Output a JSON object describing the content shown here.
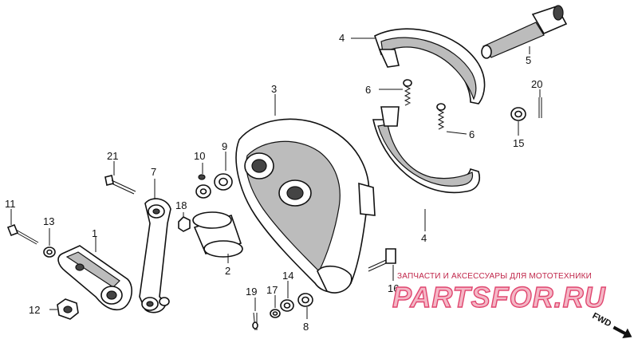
{
  "callouts": [
    "1",
    "2",
    "3",
    "4",
    "4",
    "5",
    "6",
    "6",
    "7",
    "8",
    "9",
    "10",
    "11",
    "12",
    "13",
    "14",
    "15",
    "16",
    "17",
    "18",
    "19",
    "20",
    "21"
  ],
  "watermark": {
    "caption": "ЗАПЧАСТИ И АКСЕССУАРЫ ДЛЯ МОТОТЕХНИКИ",
    "brand": "PARTSFOR.RU"
  },
  "direction_label": "FWD",
  "colors": {
    "line": "#111111",
    "watermark_text": "#c0264a",
    "watermark_fill": "#f4b7c6"
  }
}
